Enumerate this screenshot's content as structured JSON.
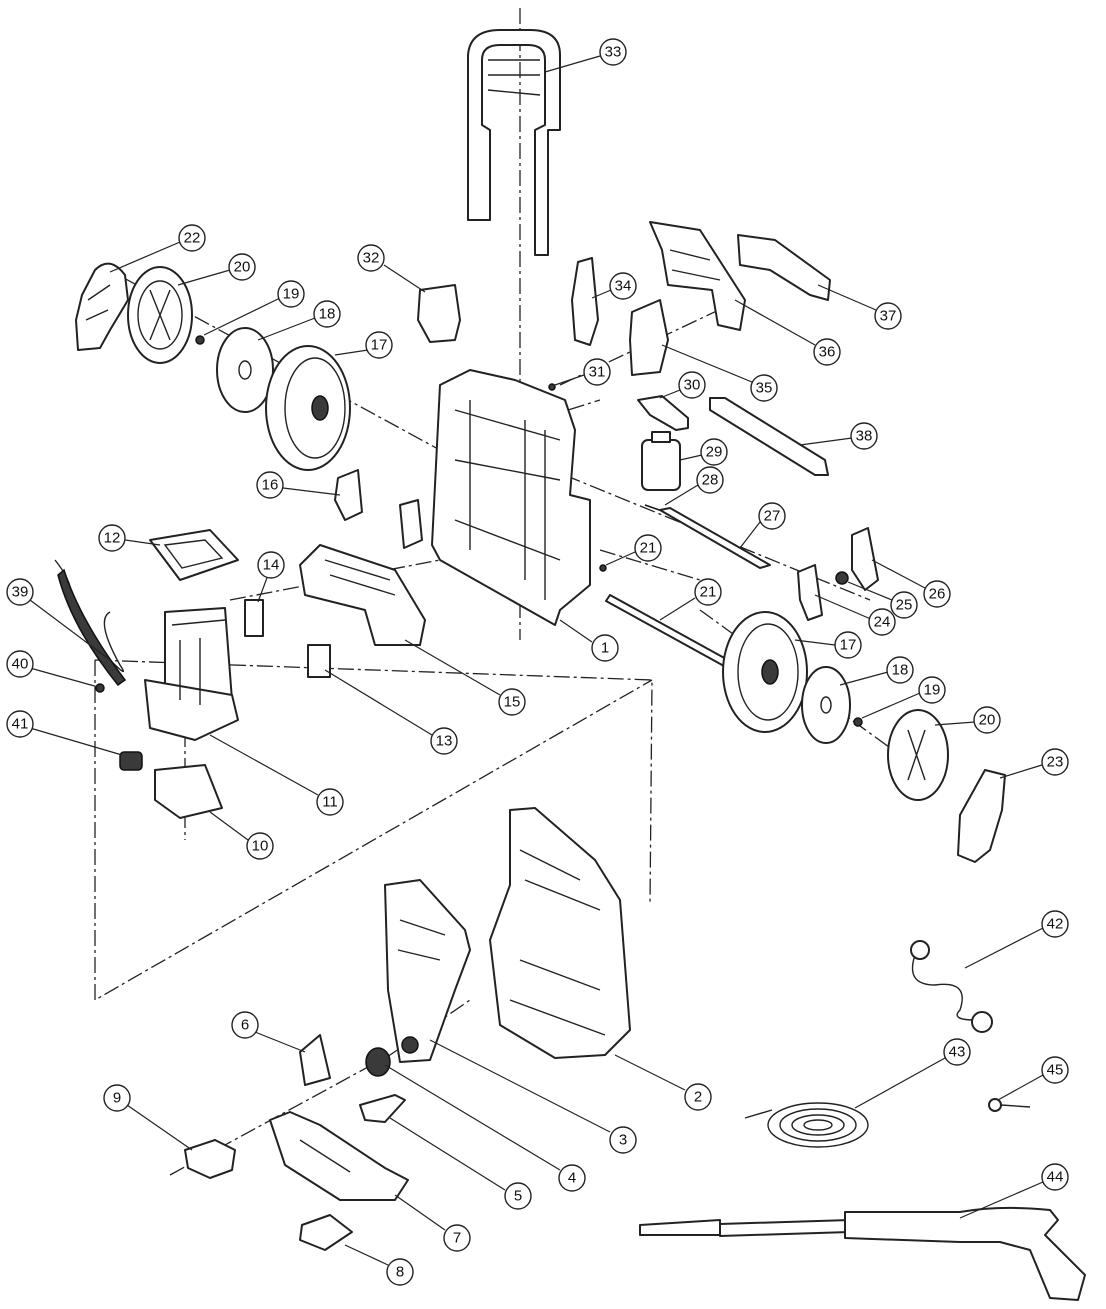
{
  "callouts": [
    "1",
    "2",
    "3",
    "4",
    "5",
    "6",
    "7",
    "8",
    "9",
    "10",
    "11",
    "12",
    "13",
    "14",
    "15",
    "16",
    "17",
    "17",
    "18",
    "18",
    "19",
    "19",
    "20",
    "20",
    "21",
    "21",
    "22",
    "23",
    "24",
    "25",
    "26",
    "27",
    "28",
    "29",
    "30",
    "31",
    "32",
    "33",
    "34",
    "35",
    "36",
    "37",
    "38",
    "39",
    "40",
    "41",
    "42",
    "43",
    "44",
    "45"
  ]
}
